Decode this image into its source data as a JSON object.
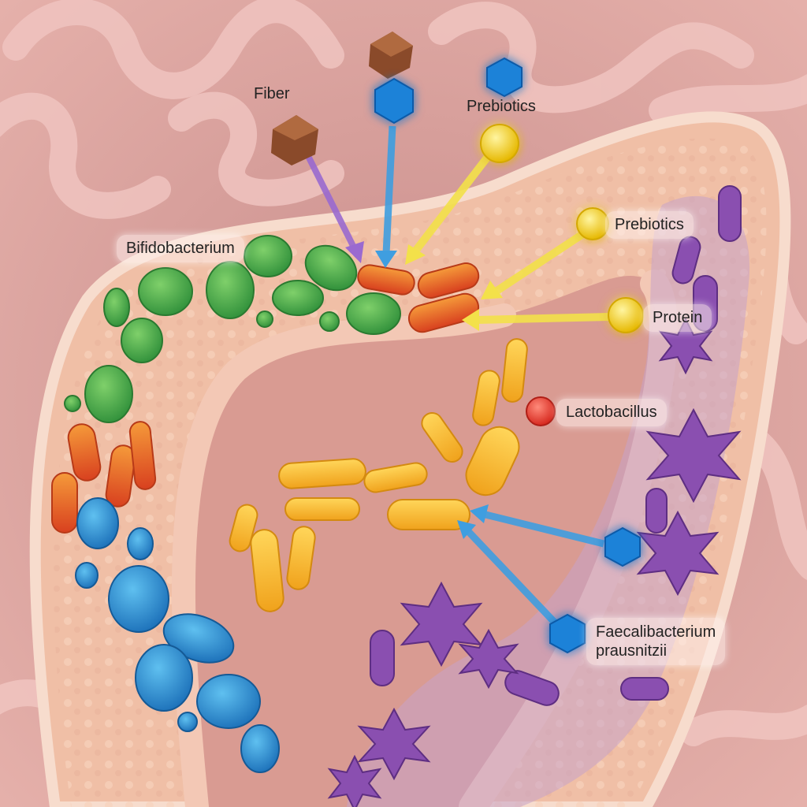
{
  "labels": {
    "fiber": "Fiber",
    "prebiotics_top": "Prebiotics",
    "bifidobacterium": "Bifidobacterium",
    "prebiotics_right": "Prebiotics",
    "protein": "Protein",
    "lactobacillus": "Lactobacillus",
    "faecali_line1": "Faecalibacterium",
    "faecali_line2": "prausnitzii"
  },
  "colors": {
    "background": "#e8b4ae",
    "gut_wall": "#f3c3ad",
    "bifidobacterium": "#4fb64a",
    "orange_bacteria": "#ee6a2c",
    "blue_bacteria": "#2f96d8",
    "lactobacillus": "#f5b324",
    "faecalibacterium": "#8a4fb0",
    "fiber_arrow": "#9a6ad0",
    "prebiotic_arrow": "#f3e14a",
    "hexagon_arrow": "#3f9ee0"
  },
  "icons": {
    "fiber": "brown-cube-icon",
    "prebiotics": "yellow-sphere-icon",
    "protein": "yellow-sphere-icon",
    "hexagon": "blue-hexagon-icon",
    "lactobacillus_marker": "red-dot-icon"
  }
}
